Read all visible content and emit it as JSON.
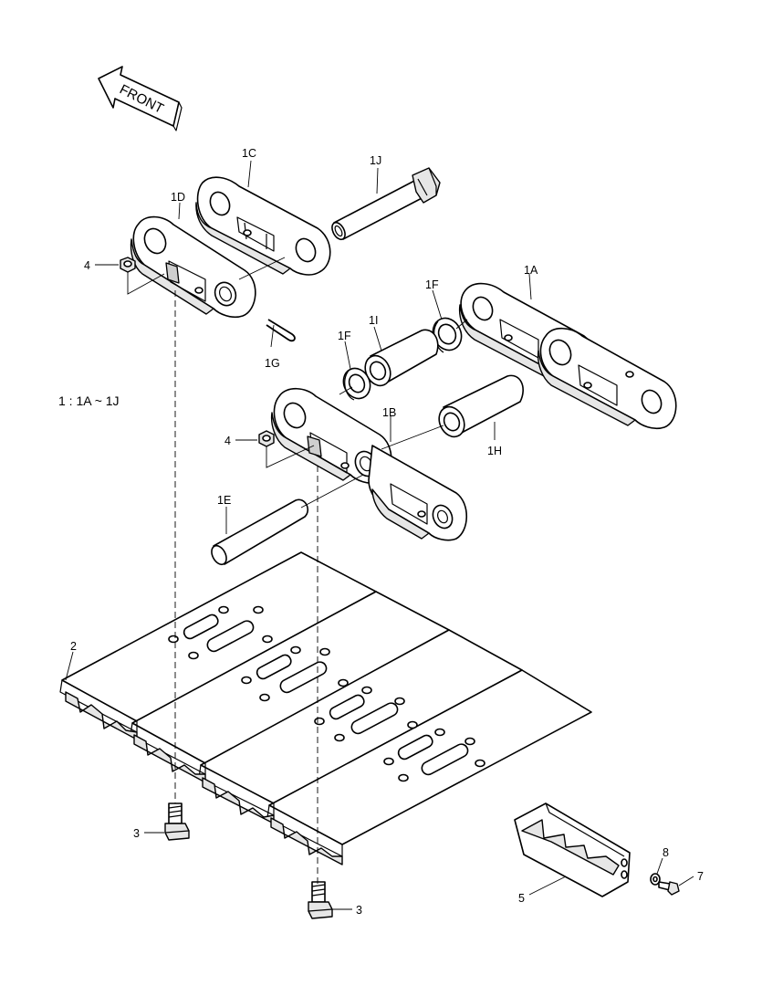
{
  "front_arrow": {
    "text": "FRONT"
  },
  "assembly_note": "1 : 1A ~ 1J",
  "labels": {
    "p1A": "1A",
    "p1B": "1B",
    "p1C": "1C",
    "p1D": "1D",
    "p1E": "1E",
    "p1F_upper": "1F",
    "p1F_lower": "1F",
    "p1G": "1G",
    "p1H": "1H",
    "p1I": "1I",
    "p1J": "1J",
    "p2": "2",
    "p3_left": "3",
    "p3_right": "3",
    "p4_upper": "4",
    "p4_lower": "4",
    "p5": "5",
    "p7": "7",
    "p8": "8"
  }
}
